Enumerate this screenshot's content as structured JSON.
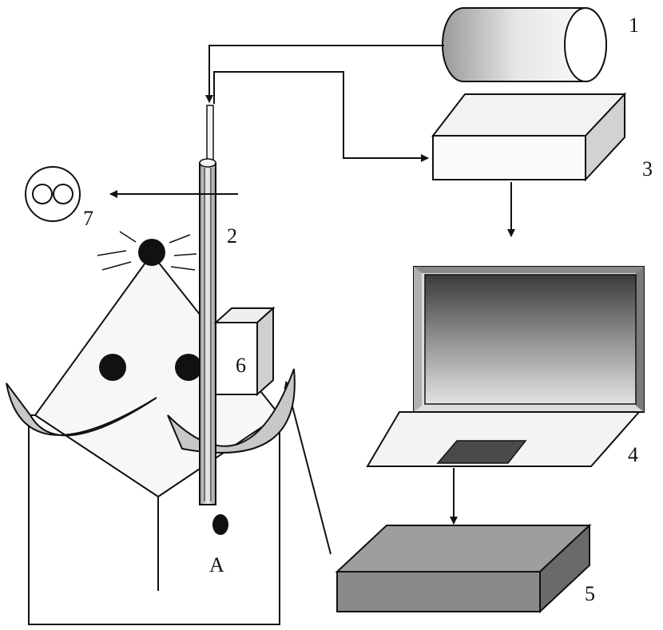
{
  "labels": {
    "cylinder": "1",
    "probe": "2",
    "instrument": "3",
    "laptop": "4",
    "device": "5",
    "block": "6",
    "eye": "7",
    "point": "A"
  },
  "colors": {
    "stroke": "#111111",
    "face_fill": "#f4f4f4",
    "wing_fill": "#c8c8c8",
    "screen_dark": "#4a4a4a",
    "device_dark": "#808080"
  }
}
